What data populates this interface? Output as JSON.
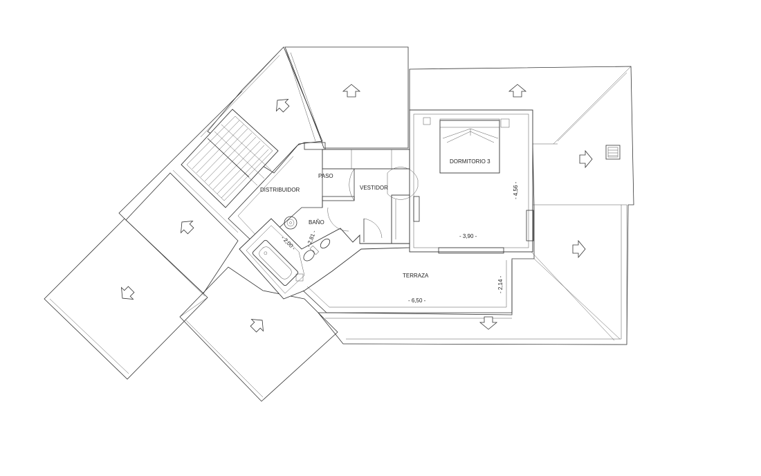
{
  "rooms": {
    "dormitorio": "DORMITORIO 3",
    "paso": "PASO",
    "distribuidor": "DISTRIBUIDOR",
    "vestidor": "VESTIDOR",
    "bano": "BAÑO",
    "terraza": "TERRAZA"
  },
  "dimensions": {
    "dorm_width": "- 3,90 -",
    "dorm_depth": "- 4,56 -",
    "terraza_width": "- 6,50 -",
    "terraza_depth": "- 2,14 -",
    "bano_a": "- 2,00 -",
    "bano_b": "- 2,81 -"
  }
}
